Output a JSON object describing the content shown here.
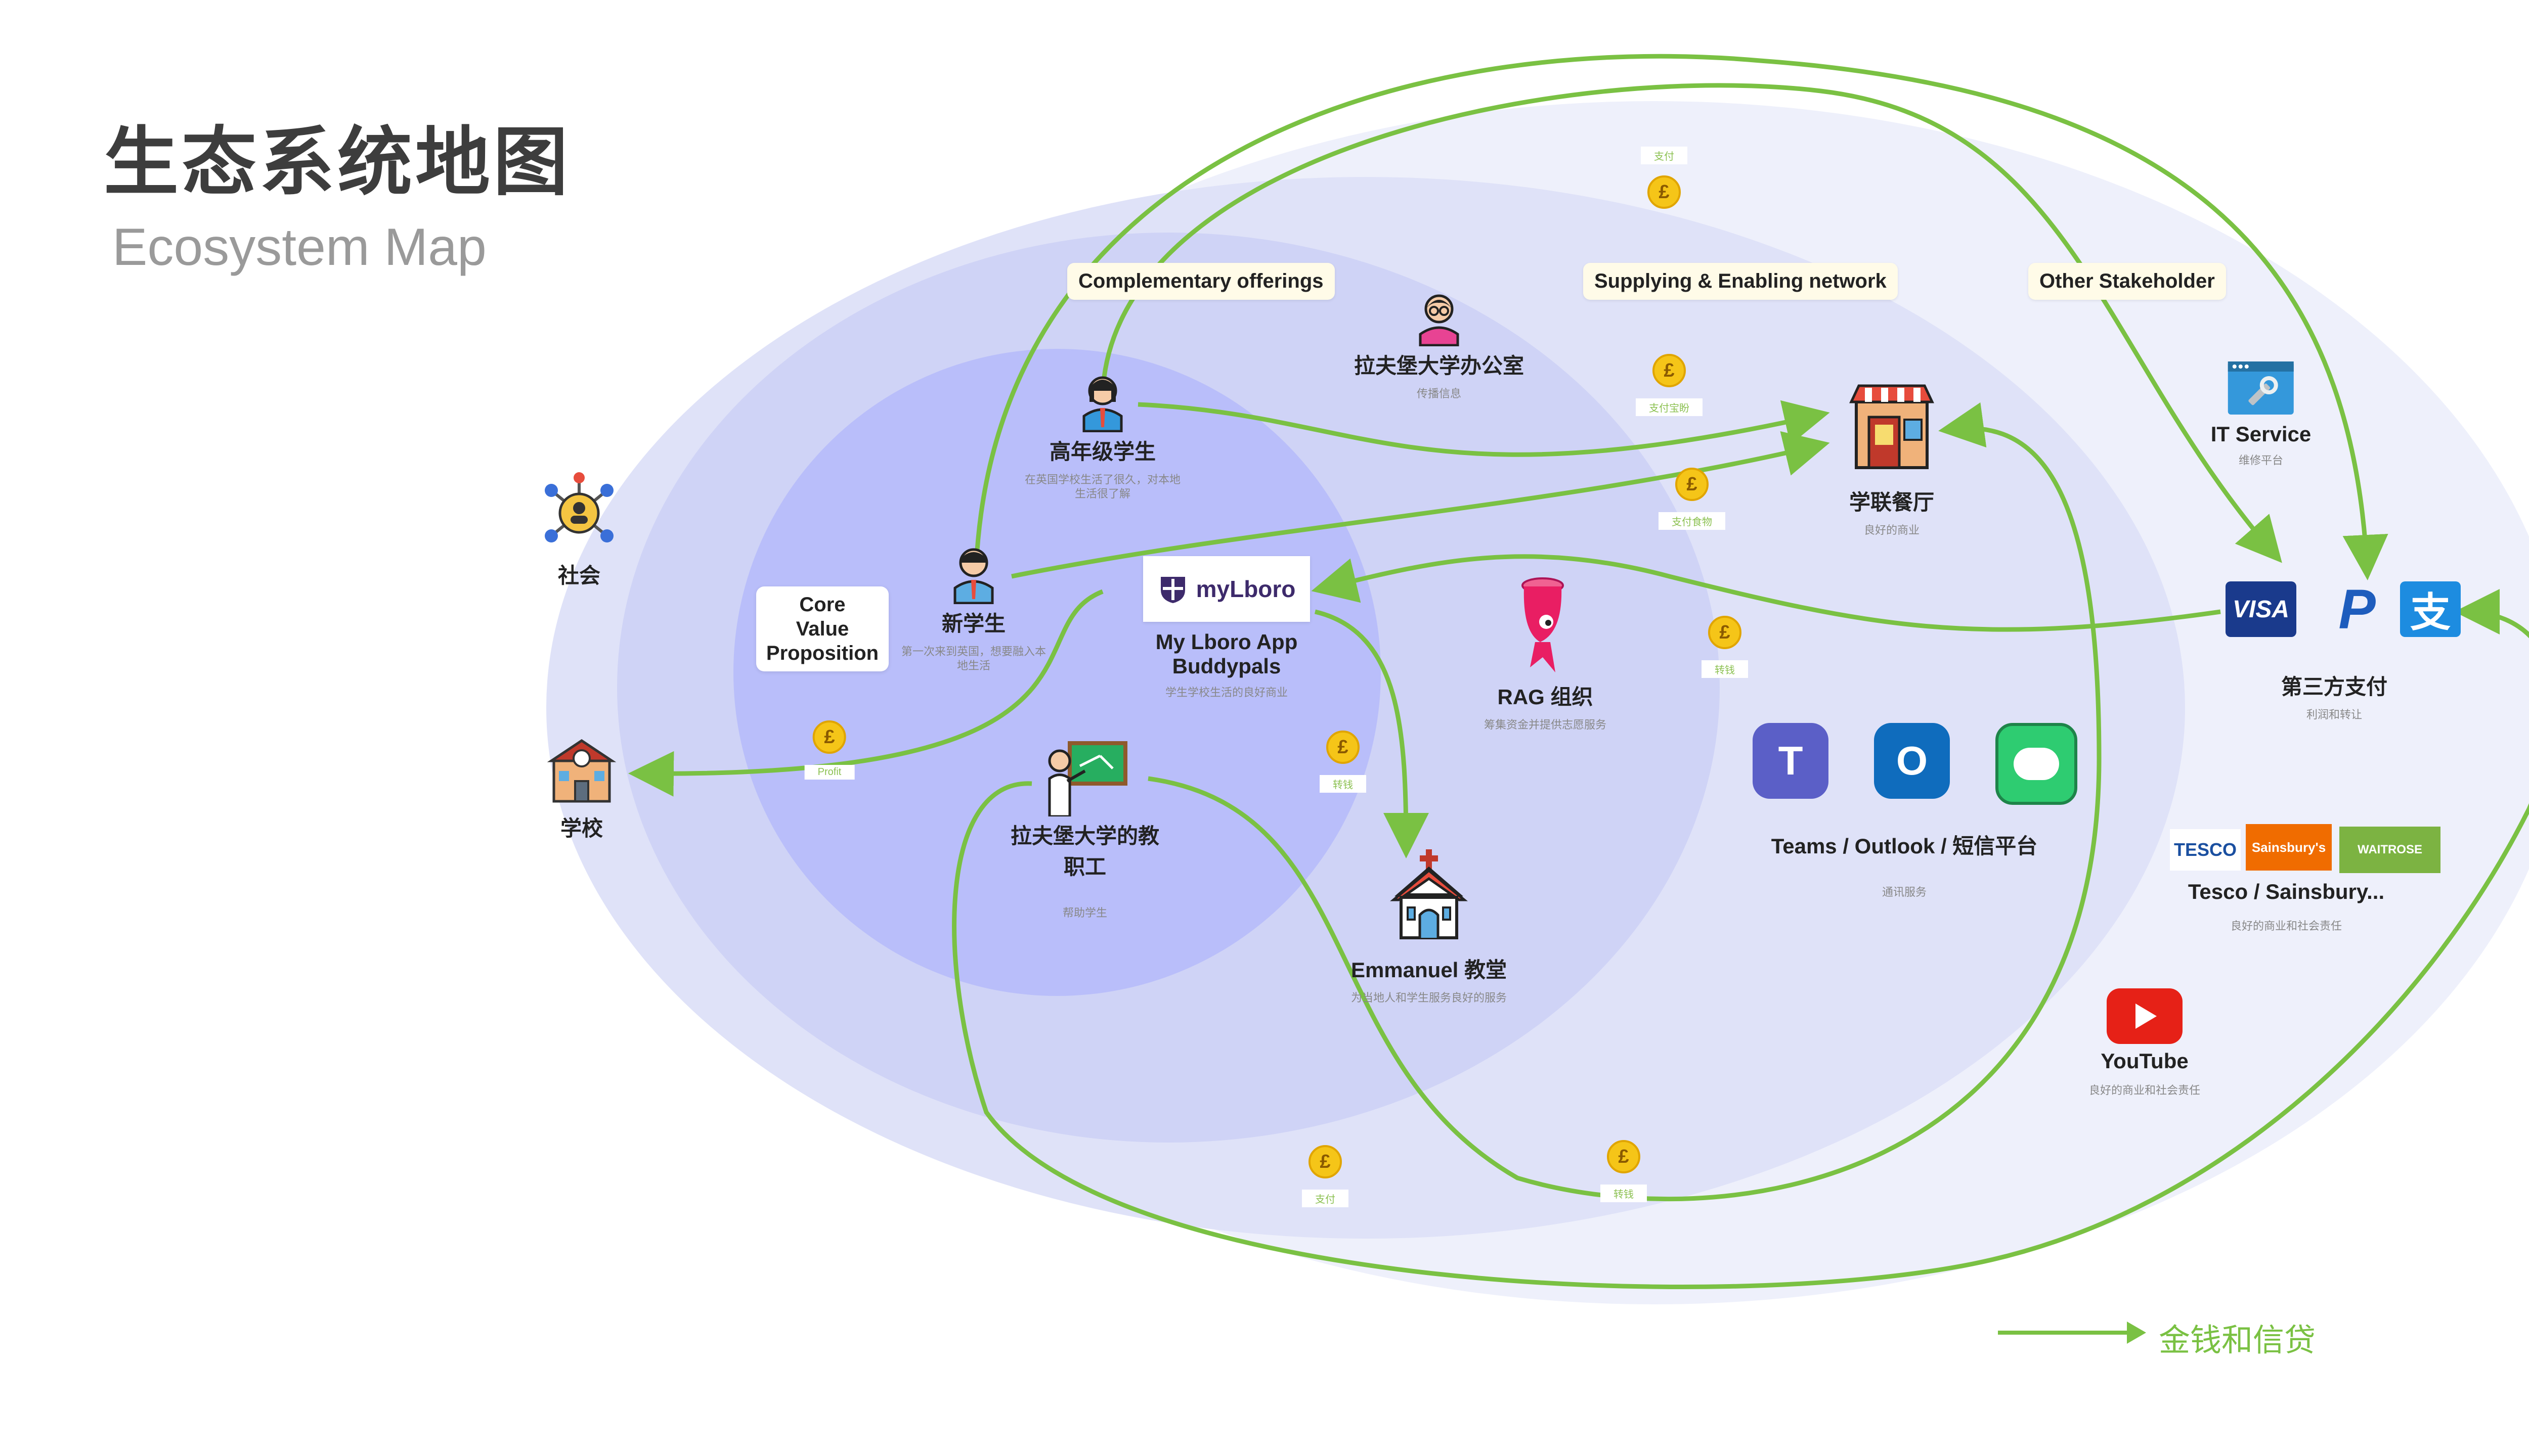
{
  "title": {
    "zh": "生态系统地图",
    "en": "Ecosystem Map"
  },
  "rings": {
    "complementary": "Complementary offerings",
    "supplying": "Supplying & Enabling network",
    "other": "Other Stakeholder"
  },
  "core_value": [
    "Core",
    "Value",
    "Proposition"
  ],
  "nodes": {
    "society": {
      "name": "社会",
      "icon": "network-people-icon"
    },
    "school": {
      "name": "学校",
      "icon": "school-building-icon"
    },
    "senior": {
      "name": "高年级学生",
      "desc": "在英国学校生活了很久，对本地生活很了解",
      "icon": "student-icon"
    },
    "newstudent": {
      "name": "新学生",
      "desc": "第一次来到英国，想要融入本地生活",
      "icon": "student-icon"
    },
    "office": {
      "name": "拉夫堡大学办公室",
      "desc": "传播信息",
      "icon": "staff-icon"
    },
    "app": {
      "logo": "myLboro",
      "name1": "My Lboro App",
      "name2": "Buddypals",
      "desc": "学生学校生活的良好商业",
      "icon": "university-crest-icon"
    },
    "teacher": {
      "name1": "拉夫堡大学的教",
      "name2": "职工",
      "desc": "帮助学生",
      "icon": "teacher-board-icon"
    },
    "rag": {
      "name": "RAG 组织",
      "desc": "筹集资金并提供志愿服务",
      "icon": "rag-mascot-icon"
    },
    "church": {
      "name": "Emmanuel 教堂",
      "desc": "为当地人和学生服务良好的服务",
      "icon": "church-icon"
    },
    "union": {
      "name": "学联餐厅",
      "desc": "良好的商业",
      "icon": "restaurant-icon"
    },
    "itservice": {
      "name": "IT Service",
      "desc": "维修平台",
      "icon": "computer-repair-icon"
    },
    "payment": {
      "name": "第三方支付",
      "desc": "利润和转让",
      "visa": "VISA",
      "paypal": "P",
      "alipay": "支"
    },
    "comms": {
      "name": "Teams / Outlook / 短信平台",
      "desc": "通讯服务",
      "teams": "T",
      "outlook": "O"
    },
    "stores": {
      "name": "Tesco / Sainsbury...",
      "desc": "良好的商业和社会责任",
      "tesco": "TESCO",
      "sainsburys": "Sainsbury's",
      "waitrose": "WAITROSE"
    },
    "youtube": {
      "name": "YouTube",
      "desc": "良好的商业和社会责任"
    }
  },
  "money_tags": {
    "top": "支付",
    "union": "支付宝盼",
    "food": "支付食物",
    "rag": "转钱",
    "profit": "Profit",
    "app": "转钱",
    "bottom_left": "支付",
    "bottom_right": "转钱"
  },
  "coin_symbol": "£",
  "legend": {
    "label": "金钱和信贷",
    "color": "#7ac143"
  },
  "colors": {
    "flow": "#7ac143",
    "ring_outer": "#eef0fb",
    "ring_mid": "#dcdffa",
    "ring_inner": "#c3c8f5",
    "coin": "#f5c518"
  }
}
